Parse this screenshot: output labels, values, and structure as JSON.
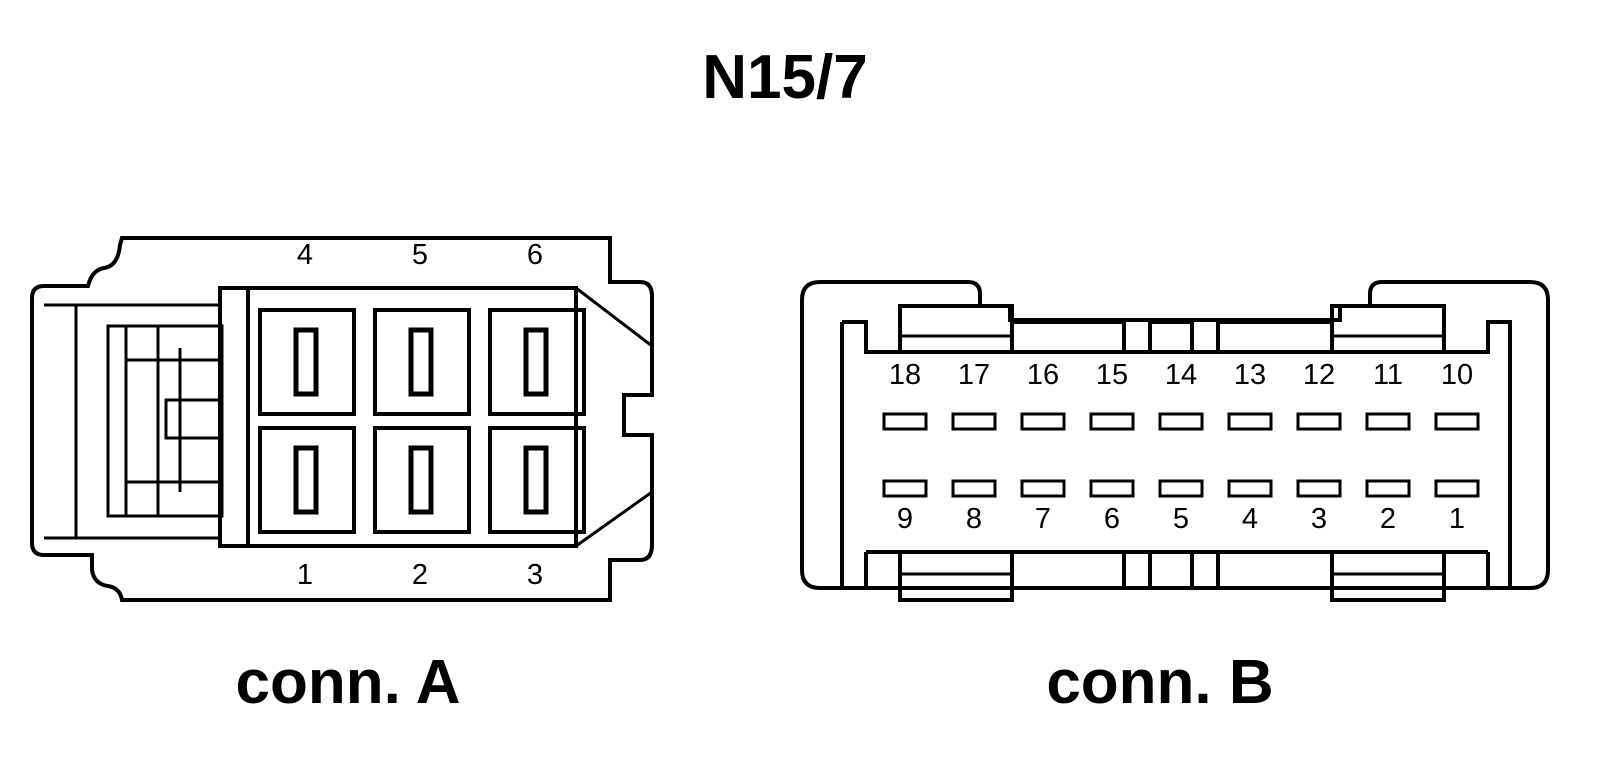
{
  "title": "N15/7",
  "connectors": [
    {
      "label": "conn. A",
      "pins_top": [
        "4",
        "5",
        "6"
      ],
      "pins_bottom": [
        "1",
        "2",
        "3"
      ]
    },
    {
      "label": "conn. B",
      "pins_top": [
        "18",
        "17",
        "16",
        "15",
        "14",
        "13",
        "12",
        "11",
        "10"
      ],
      "pins_bottom": [
        "9",
        "8",
        "7",
        "6",
        "5",
        "4",
        "3",
        "2",
        "1"
      ]
    }
  ]
}
